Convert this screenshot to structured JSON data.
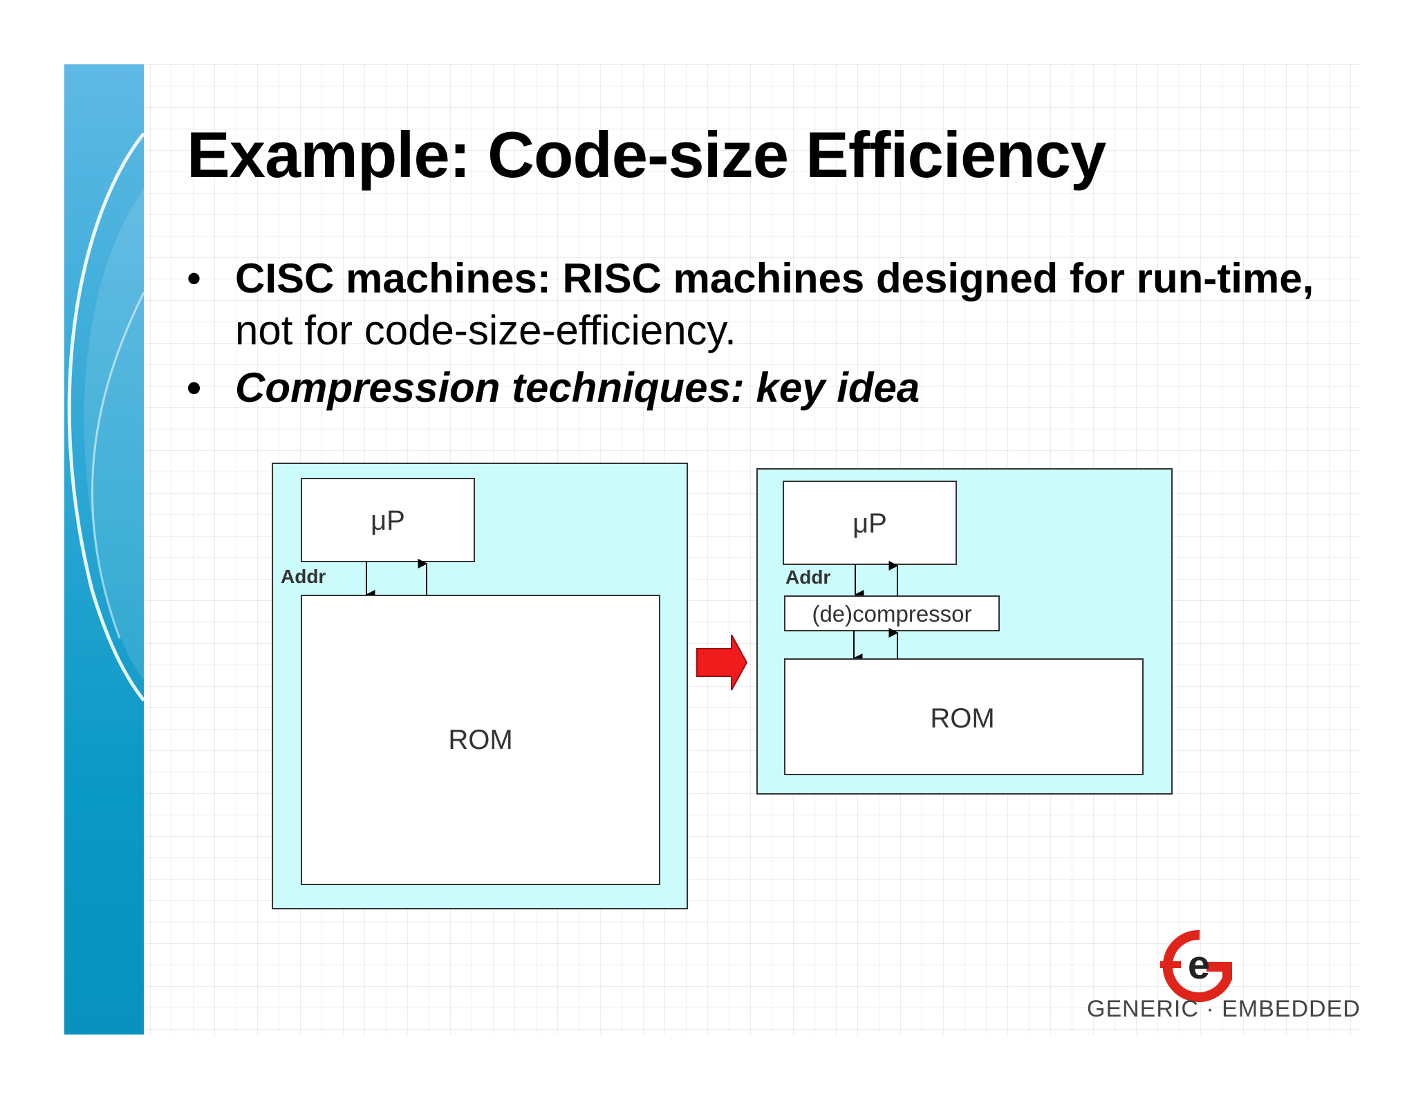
{
  "slide": {
    "title": "Example: Code-size Efficiency",
    "bullets": [
      {
        "marker": "•",
        "bold_part": "CISC machines: RISC machines designed for run-time,",
        "normal_part": " not for code-size-efficiency."
      },
      {
        "marker": "•",
        "text": "Compression techniques: key idea"
      }
    ]
  },
  "diagram_left": {
    "processor_label": "μP",
    "addr_label": "Addr",
    "memory_label": "ROM"
  },
  "diagram_right": {
    "processor_label": "μP",
    "addr_label": "Addr",
    "compressor_label": "(de)compressor",
    "memory_label": "ROM"
  },
  "logo": {
    "letter": "e",
    "caption": "GENERIC · EMBEDDED"
  },
  "colors": {
    "diagram_background": "#ccfbfb",
    "arrow": "#ee1c1c",
    "logo_red": "#e0241b"
  }
}
